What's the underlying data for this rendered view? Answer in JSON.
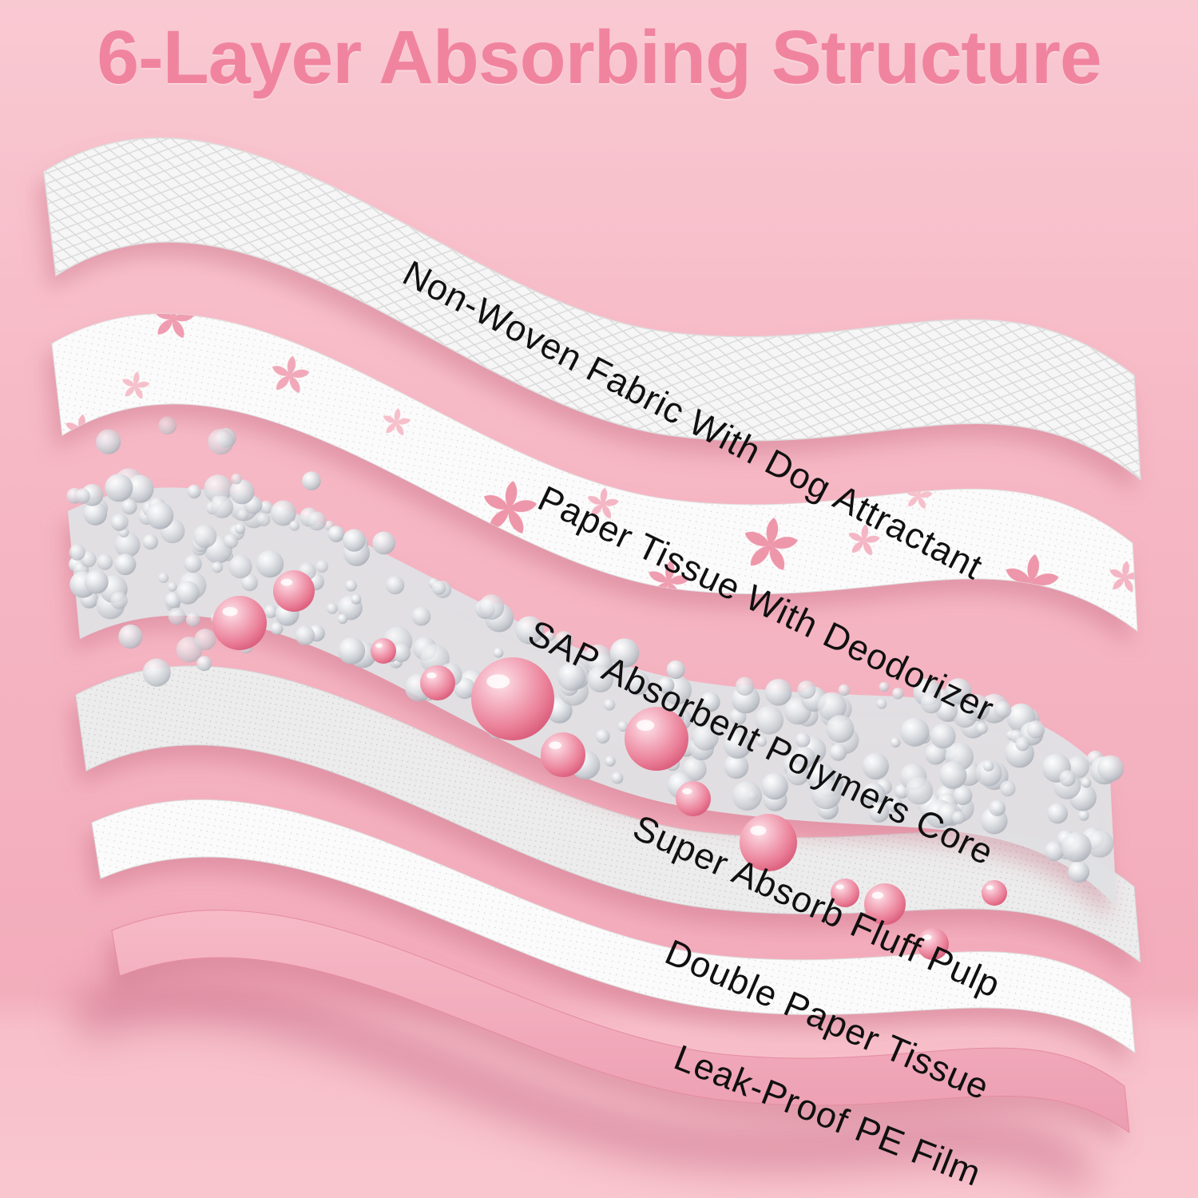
{
  "title": "6-Layer Absorbing Structure",
  "colors": {
    "background_pink": "#f5b6c3",
    "title_pink": "#f0849f",
    "label_text": "#101010",
    "flower_pink": "#ee8fa4",
    "bead_pink": "#e8748d",
    "pe_film_pink": "#f2a9ba",
    "sheet_white": "#f7f7f7"
  },
  "layer_count": 6,
  "layers": [
    {
      "index": 1,
      "label": "Non-Woven Fabric With Dog Attractant"
    },
    {
      "index": 2,
      "label": "Paper Tissue With Deodorizer"
    },
    {
      "index": 3,
      "label": "SAP Absorbent Polymers Core"
    },
    {
      "index": 4,
      "label": "Super Absorb Fluff Pulp"
    },
    {
      "index": 5,
      "label": "Double Paper Tissue"
    },
    {
      "index": 6,
      "label": "Leak-Proof PE Film"
    }
  ]
}
